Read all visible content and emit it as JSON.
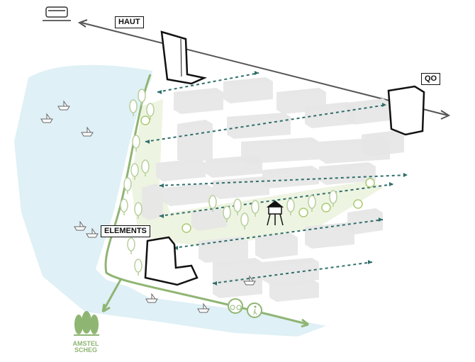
{
  "labels": {
    "haut": "HAUT",
    "qo": "QO",
    "elements": "ELEMENTS"
  },
  "amstel_scheg": {
    "line1": "AMSTEL",
    "line2": "SCHEG"
  },
  "icons": [
    "train-icon",
    "bicycle-icon",
    "pedestrian-icon",
    "water-tower-icon",
    "boat-icon",
    "tree-icon"
  ],
  "colors": {
    "water": "#dff0f6",
    "green": "#8fb573",
    "park": "#eef4e2",
    "building": "#e8e8e8",
    "arrow": "#2f6e6a",
    "rail": "#555555"
  }
}
